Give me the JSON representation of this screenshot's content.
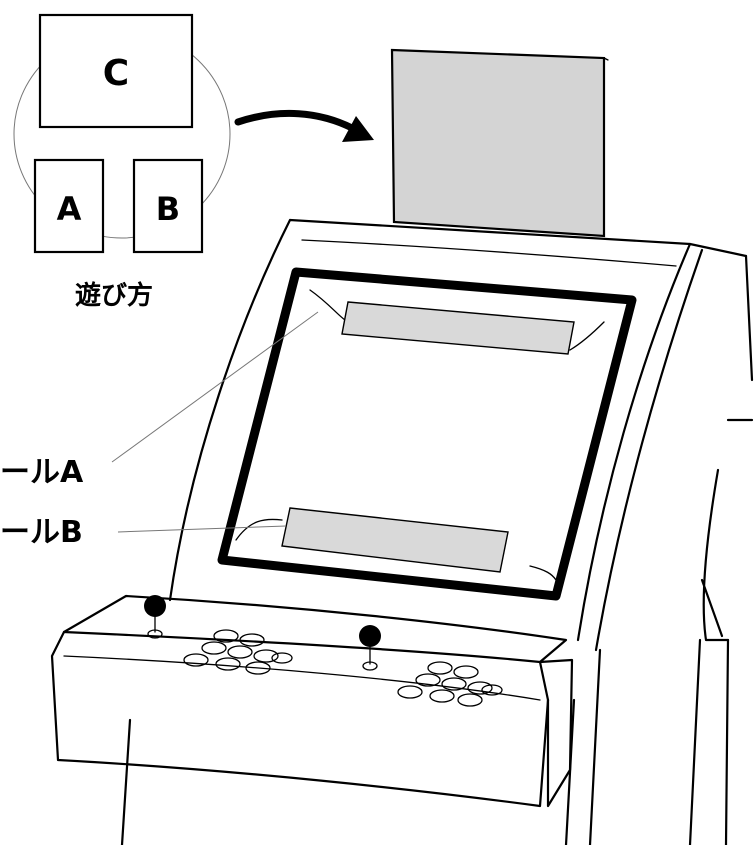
{
  "legend": {
    "card_c_label": "C",
    "card_a_label": "A",
    "card_b_label": "B",
    "caption": "遊び方"
  },
  "callouts": {
    "seal_a_label": "ールA",
    "seal_b_label": "ールB"
  },
  "colors": {
    "line": "#000000",
    "seal_fill": "#d9d9d9",
    "marquee_fill": "#d4d4d4",
    "background": "#ffffff"
  }
}
